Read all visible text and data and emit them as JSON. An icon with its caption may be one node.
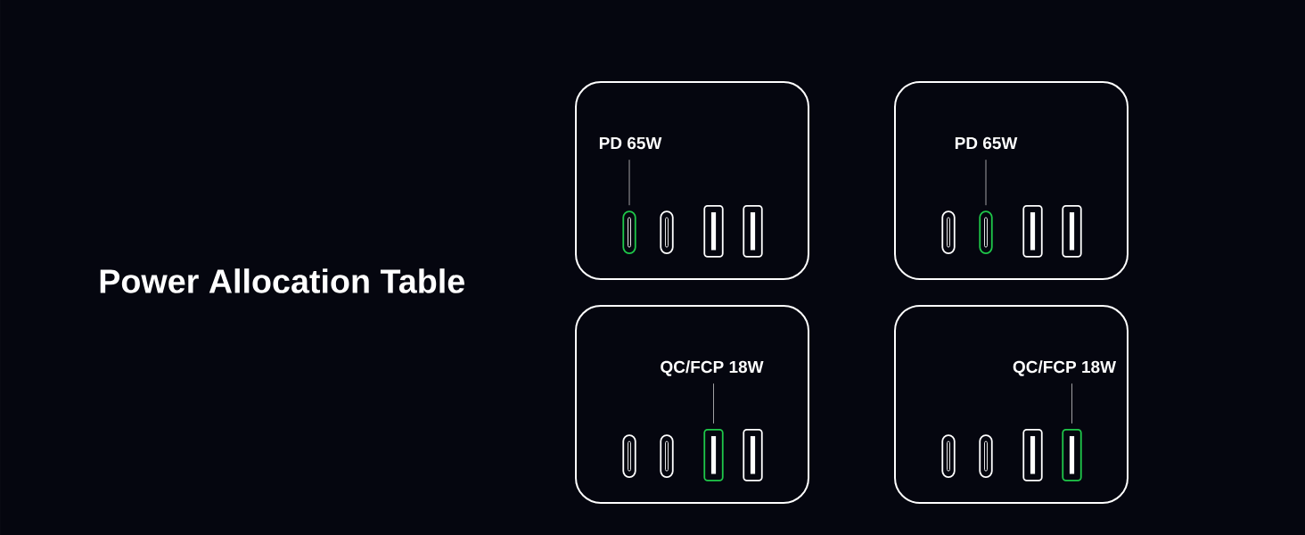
{
  "diagram": {
    "title": "Power Allocation Table",
    "nodes": [
      {
        "text": [],
        "shape": "box"
      },
      {
        "text": [
          "PD 65W"
        ],
        "in": 0
      },
      {
        "text": [],
        "shape": "capsule",
        "in": 0
      },
      {
        "text": [],
        "shape": "capsule",
        "in": 0
      },
      {
        "text": [],
        "shape": "box",
        "in": 0
      },
      {
        "text": [],
        "shape": "box",
        "in": 0
      },
      {
        "text": [],
        "shape": "box"
      },
      {
        "text": [
          "PD 65W"
        ],
        "in": 6
      },
      {
        "text": [],
        "shape": "capsule",
        "in": 6
      },
      {
        "text": [],
        "shape": "capsule",
        "in": 6
      },
      {
        "text": [],
        "shape": "box",
        "in": 6
      },
      {
        "text": [],
        "shape": "box",
        "in": 6
      },
      {
        "text": [],
        "shape": "box"
      },
      {
        "text": [
          "QC/FCP 18W"
        ],
        "in": 12
      },
      {
        "text": [],
        "shape": "capsule",
        "in": 12
      },
      {
        "text": [],
        "shape": "capsule",
        "in": 12
      },
      {
        "text": [],
        "shape": "box",
        "in": 12
      },
      {
        "text": [],
        "shape": "box",
        "in": 12
      },
      {
        "text": [],
        "shape": "box"
      },
      {
        "text": [
          "QC/FCP 18W"
        ],
        "in": 18
      },
      {
        "text": [],
        "shape": "capsule",
        "in": 18
      },
      {
        "text": [],
        "shape": "capsule",
        "in": 18
      },
      {
        "text": [],
        "shape": "box",
        "in": 18
      },
      {
        "text": [],
        "shape": "box",
        "in": 18
      }
    ],
    "edges": [
      {
        "from": 1,
        "to": 2,
        "arrow": "none"
      },
      {
        "from": 7,
        "to": 9,
        "arrow": "none"
      },
      {
        "from": 13,
        "to": 16,
        "arrow": "none"
      },
      {
        "from": 19,
        "to": 23,
        "arrow": "none"
      }
    ]
  }
}
